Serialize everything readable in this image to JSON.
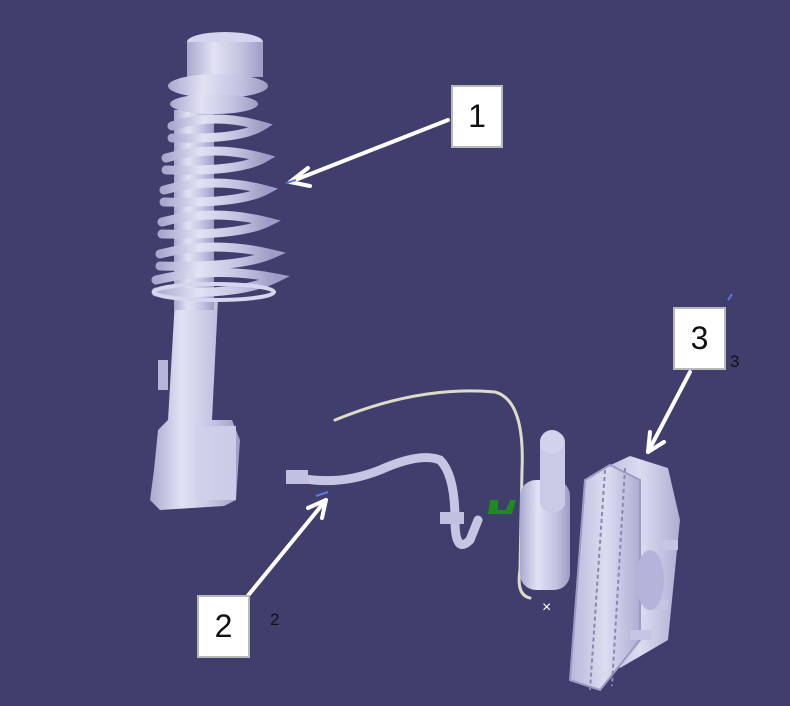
{
  "viewport": {
    "background": "#403e6c",
    "part_color": "#c8c8e6",
    "part_shadow": "#9b9bc4",
    "clip_color": "#1f8a1f",
    "arrow_color": "#ffffff"
  },
  "parts": [
    {
      "id": "1",
      "name": "Spring strut (coil spring + shock absorber)"
    },
    {
      "id": "2",
      "name": "Brake hose"
    },
    {
      "id": "3",
      "name": "Wheel hub / brake disc with caliper and knuckle"
    }
  ],
  "callouts": [
    {
      "label": "1",
      "sub": ""
    },
    {
      "label": "2",
      "sub": "2"
    },
    {
      "label": "3",
      "sub": "3"
    }
  ]
}
